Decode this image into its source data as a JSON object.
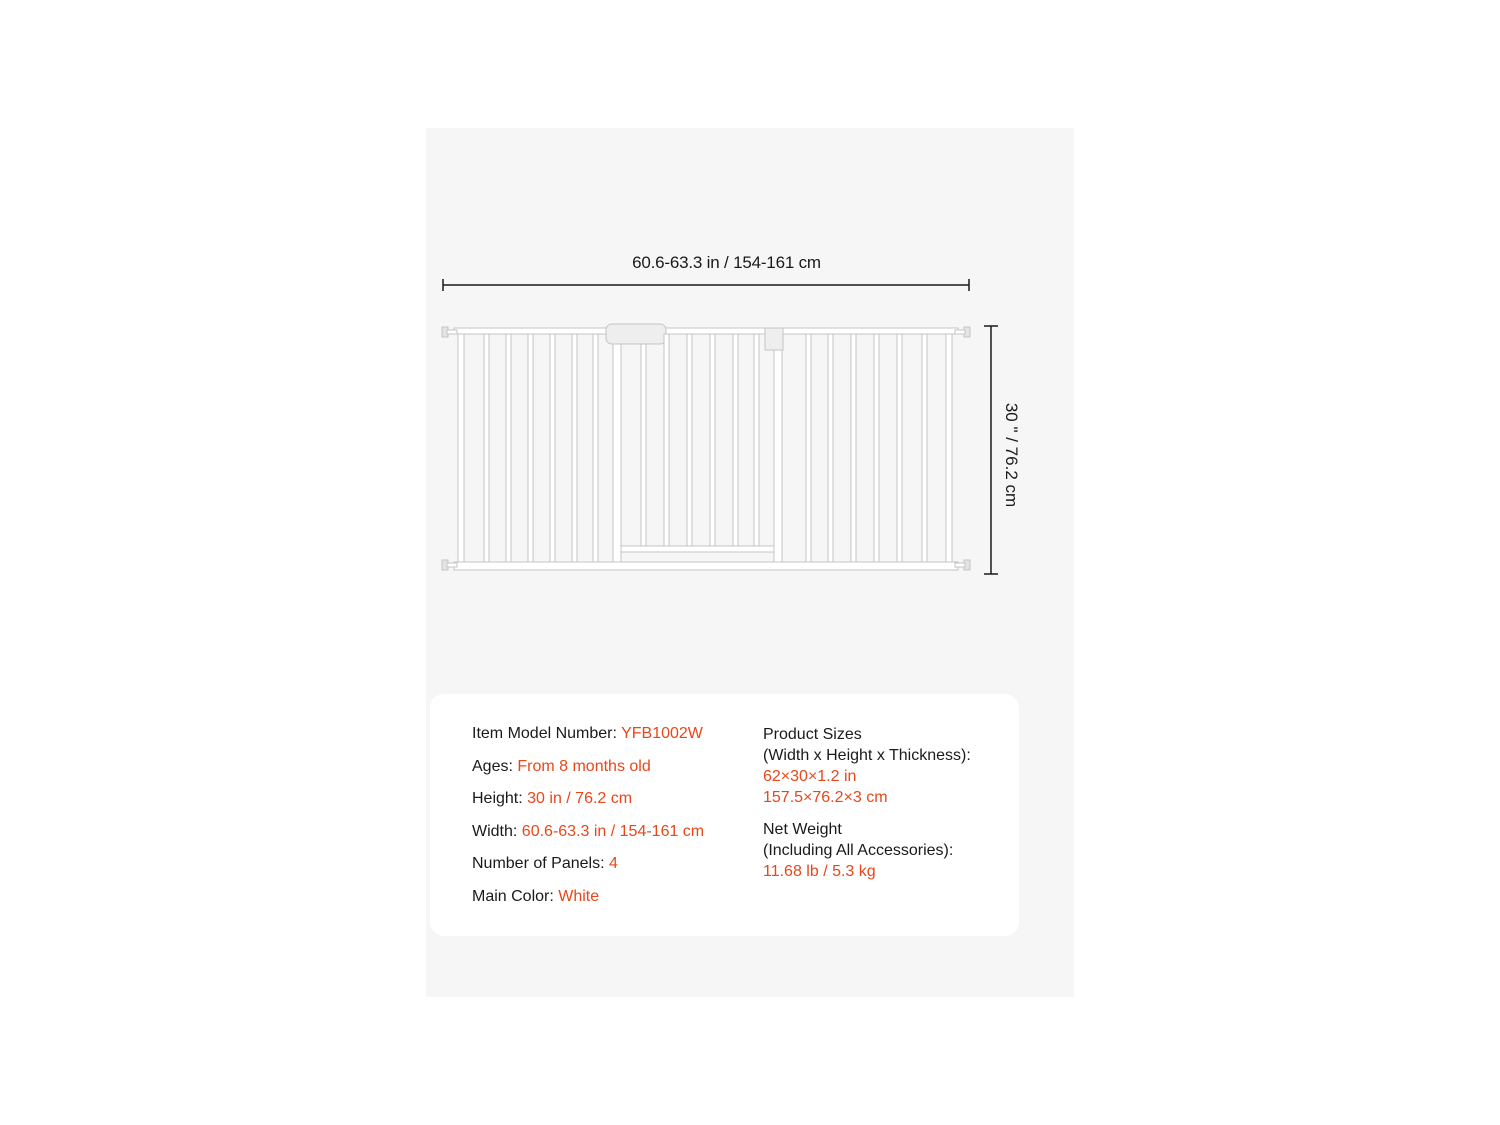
{
  "dimensions": {
    "width_label": "60.6-63.3 in / 154-161 cm",
    "height_label": "30 \" / 76.2 cm"
  },
  "specs_left": [
    {
      "label": "Item Model Number: ",
      "value": "YFB1002W"
    },
    {
      "label": "Ages: ",
      "value": "From 8 months old"
    },
    {
      "label": "Height: ",
      "value": "30 in / 76.2 cm"
    },
    {
      "label": "Width: ",
      "value": "60.6-63.3 in / 154-161 cm"
    },
    {
      "label": "Number of Panels: ",
      "value": "4"
    },
    {
      "label": "Main Color: ",
      "value": "White"
    }
  ],
  "product_sizes": {
    "title": "Product Sizes",
    "subtitle": "(Width x Height x Thickness):",
    "value_in": "62×30×1.2 in",
    "value_cm": "157.5×76.2×3 cm"
  },
  "net_weight": {
    "title": "Net Weight",
    "subtitle": "(Including All Accessories):",
    "value": "11.68 lb / 5.3 kg"
  },
  "colors": {
    "accent": "#e8471a",
    "text": "#1a1a1a",
    "panel_bg": "#f6f6f6",
    "card_bg": "#ffffff"
  }
}
